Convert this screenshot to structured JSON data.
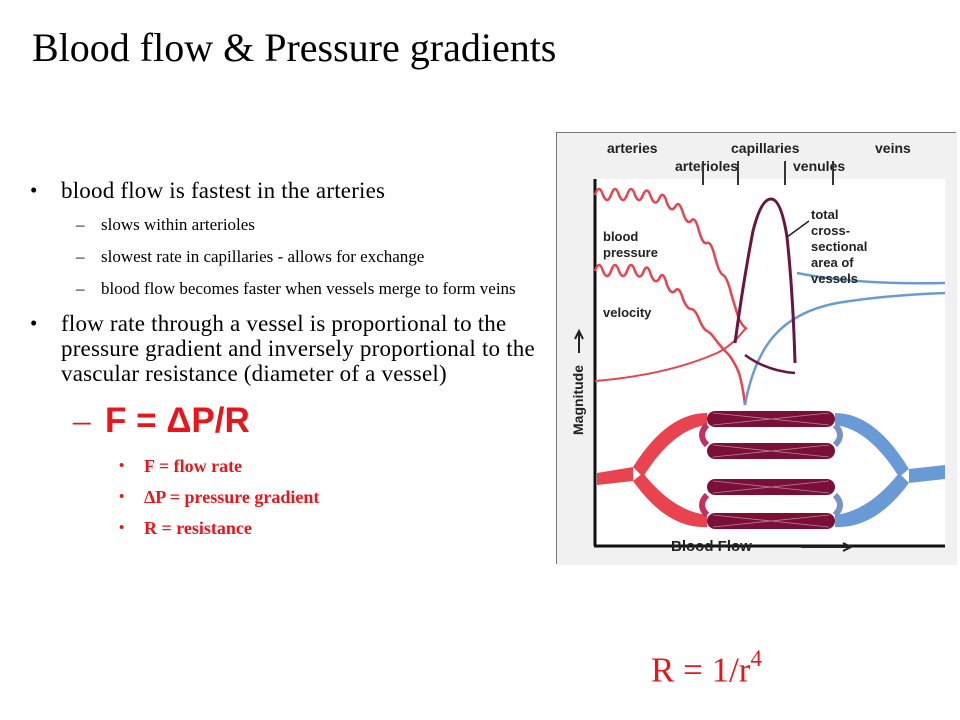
{
  "slide": {
    "title": "Blood flow & Pressure gradients"
  },
  "bullets": [
    {
      "text": "blood flow is fastest in the arteries",
      "sub": [
        "slows within arterioles",
        "slowest rate in capillaries - allows for exchange",
        "blood flow becomes faster when vessels merge to form veins"
      ]
    },
    {
      "text": "flow rate through a vessel is proportional to the pressure gradient and inversely proportional to the vascular resistance (diameter of a vessel)"
    }
  ],
  "formula": {
    "equation": "F = ΔP/R",
    "definitions": [
      "F = flow rate",
      "ΔP = pressure gradient",
      "R = resistance"
    ]
  },
  "resistance_equation": {
    "base": "R = 1/r",
    "exponent": "4"
  },
  "figure": {
    "vessel_labels_top": [
      "arteries",
      "capillaries",
      "veins"
    ],
    "vessel_labels_bottom": [
      "arterioles",
      "venules"
    ],
    "curve_labels": {
      "pressure_line1": "blood",
      "pressure_line2": "pressure",
      "velocity": "velocity",
      "area_line1": "total",
      "area_line2": "cross-",
      "area_line3": "sectional",
      "area_line4": "area of",
      "area_line5": "vessels"
    },
    "y_axis_label": "Magnitude",
    "x_axis_label": "Blood Flow",
    "colors": {
      "artery": "#e8434f",
      "vein": "#6a9ad6",
      "capillary": "#7a1038",
      "area_curve": "#6a1440",
      "background": "#f1f1f1",
      "panel": "#ffffff"
    }
  }
}
